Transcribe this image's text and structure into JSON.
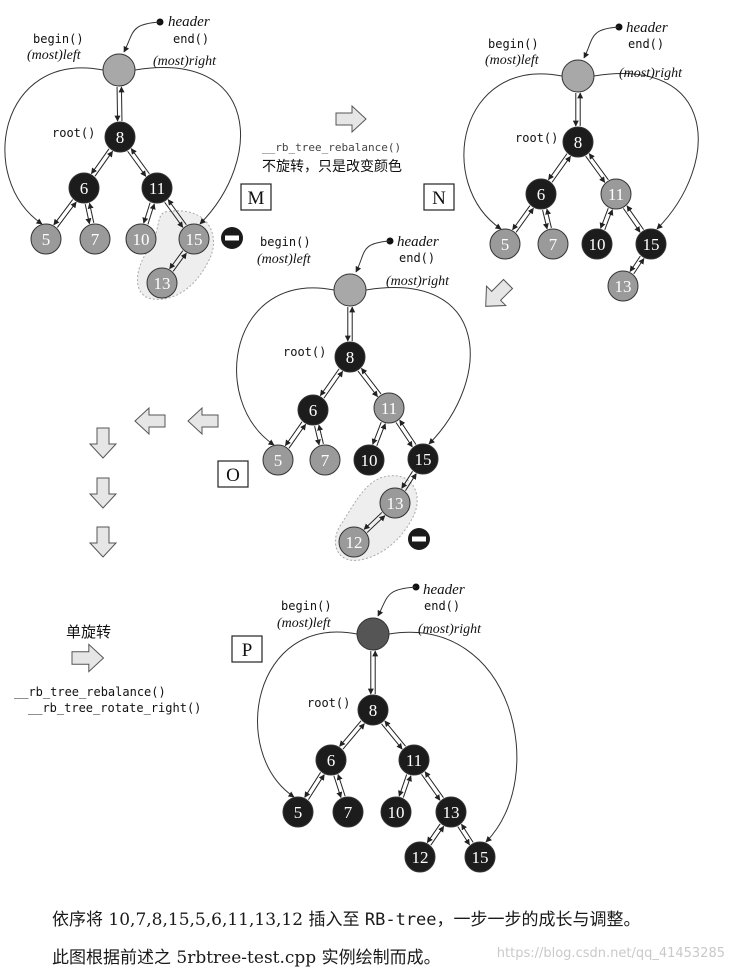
{
  "labels": {
    "header": "header",
    "end": "end()",
    "begin": "begin()",
    "most_left": "(most)left",
    "most_right": "(most)right",
    "root": "root()"
  },
  "steps": {
    "M": "M",
    "N": "N",
    "O": "O",
    "P": "P"
  },
  "arrow_notes": {
    "m_to_n_func": "__rb_tree_rebalance()",
    "m_to_n_desc": "不旋转，只是改变颜色",
    "o_to_p_desc": "单旋转",
    "o_to_p_func1": "__rb_tree_rebalance()",
    "o_to_p_func2": "__rb_tree_rotate_right()"
  },
  "caption": {
    "line1_prefix": "依序将 10,7,8,15,5,6,11,13,12 插入至 ",
    "line1_code": "RB-tree",
    "line1_suffix": "，一步一步的成长与调整。",
    "line2_prefix": "此图根据前述之 5rbtree-test.cpp 实例绘制而成。"
  },
  "watermark": "https://blog.csdn.net/qq_41453285",
  "colors": {
    "red_node": "#9a9a9a",
    "black_node": "#1c1c1c",
    "header_node": "#a8a8a8",
    "highlight": "#eeeeee",
    "arrow_fill": "#e6e6e6"
  },
  "trees": [
    {
      "id": "M",
      "nodes": [
        {
          "key": "8",
          "color": "black"
        },
        {
          "key": "6",
          "color": "black"
        },
        {
          "key": "11",
          "color": "black"
        },
        {
          "key": "5",
          "color": "red"
        },
        {
          "key": "7",
          "color": "red"
        },
        {
          "key": "10",
          "color": "red"
        },
        {
          "key": "15",
          "color": "red"
        },
        {
          "key": "13",
          "color": "red"
        }
      ]
    },
    {
      "id": "N",
      "nodes": [
        {
          "key": "8",
          "color": "black"
        },
        {
          "key": "6",
          "color": "black"
        },
        {
          "key": "11",
          "color": "red"
        },
        {
          "key": "5",
          "color": "red"
        },
        {
          "key": "7",
          "color": "red"
        },
        {
          "key": "10",
          "color": "black"
        },
        {
          "key": "15",
          "color": "black"
        },
        {
          "key": "13",
          "color": "red"
        }
      ]
    },
    {
      "id": "O",
      "nodes": [
        {
          "key": "8",
          "color": "black"
        },
        {
          "key": "6",
          "color": "black"
        },
        {
          "key": "11",
          "color": "red"
        },
        {
          "key": "5",
          "color": "red"
        },
        {
          "key": "7",
          "color": "red"
        },
        {
          "key": "10",
          "color": "black"
        },
        {
          "key": "15",
          "color": "black"
        },
        {
          "key": "13",
          "color": "red"
        },
        {
          "key": "12",
          "color": "red"
        }
      ]
    },
    {
      "id": "P",
      "nodes": [
        {
          "key": "8",
          "color": "black"
        },
        {
          "key": "6",
          "color": "black"
        },
        {
          "key": "11",
          "color": "black"
        },
        {
          "key": "5",
          "color": "black"
        },
        {
          "key": "7",
          "color": "black"
        },
        {
          "key": "10",
          "color": "black"
        },
        {
          "key": "13",
          "color": "black"
        },
        {
          "key": "12",
          "color": "black"
        },
        {
          "key": "15",
          "color": "black"
        }
      ]
    }
  ]
}
